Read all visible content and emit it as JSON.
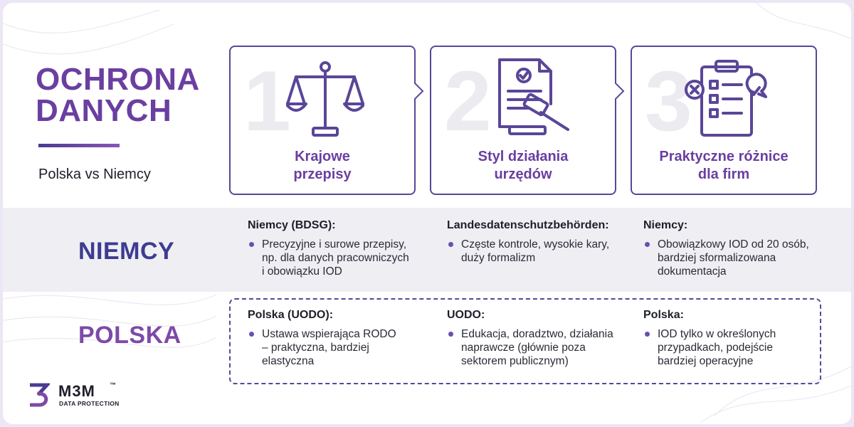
{
  "header": {
    "title_line1": "OCHRONA",
    "title_line2": "DANYCH",
    "subtitle": "Polska vs Niemcy"
  },
  "steps": [
    {
      "number": "1",
      "label_line1": "Krajowe",
      "label_line2": "przepisy",
      "icon": "scales-icon"
    },
    {
      "number": "2",
      "label_line1": "Styl działania",
      "label_line2": "urzędów",
      "icon": "document-gavel-icon"
    },
    {
      "number": "3",
      "label_line1": "Praktyczne różnice",
      "label_line2": "dla firm",
      "icon": "clipboard-checklist-icon"
    }
  ],
  "rows": {
    "germany": {
      "label": "NIEMCY",
      "color": "#3d3b91",
      "cells": [
        {
          "heading": "Niemcy (BDSG):",
          "lines": [
            "Precyzyjne i surowe przepisy,",
            "np. dla danych pracowniczych",
            "i obowiązku IOD"
          ]
        },
        {
          "heading": "Landesdatenschutzbehörden:",
          "lines": [
            "Częste kontrole, wysokie kary,",
            "duży formalizm"
          ]
        },
        {
          "heading": "Niemcy:",
          "lines": [
            "Obowiązkowy IOD od 20 osób,",
            "bardziej sformalizowana",
            "dokumentacja"
          ]
        }
      ]
    },
    "poland": {
      "label": "POLSKA",
      "color": "#7d4aa8",
      "cells": [
        {
          "heading": "Polska (UODO):",
          "lines": [
            "Ustawa wspierająca RODO",
            "– praktyczna, bardziej",
            "elastyczna"
          ]
        },
        {
          "heading": "UODO:",
          "lines": [
            "Edukacja, doradztwo, działania",
            "naprawcze (głównie poza",
            "sektorem publicznym)"
          ]
        },
        {
          "heading": "Polska:",
          "lines": [
            "IOD tylko w określonych",
            "przypadkach, podejście",
            "bardziej operacyjne"
          ]
        }
      ]
    }
  },
  "logo": {
    "name": "M3M",
    "trademark": "™",
    "tagline": "DATA PROTECTION"
  },
  "colors": {
    "accent_purple": "#6a3fa0",
    "border_indigo": "#5a4698",
    "germany_label": "#3d3b91",
    "poland_label": "#7d4aa8"
  }
}
